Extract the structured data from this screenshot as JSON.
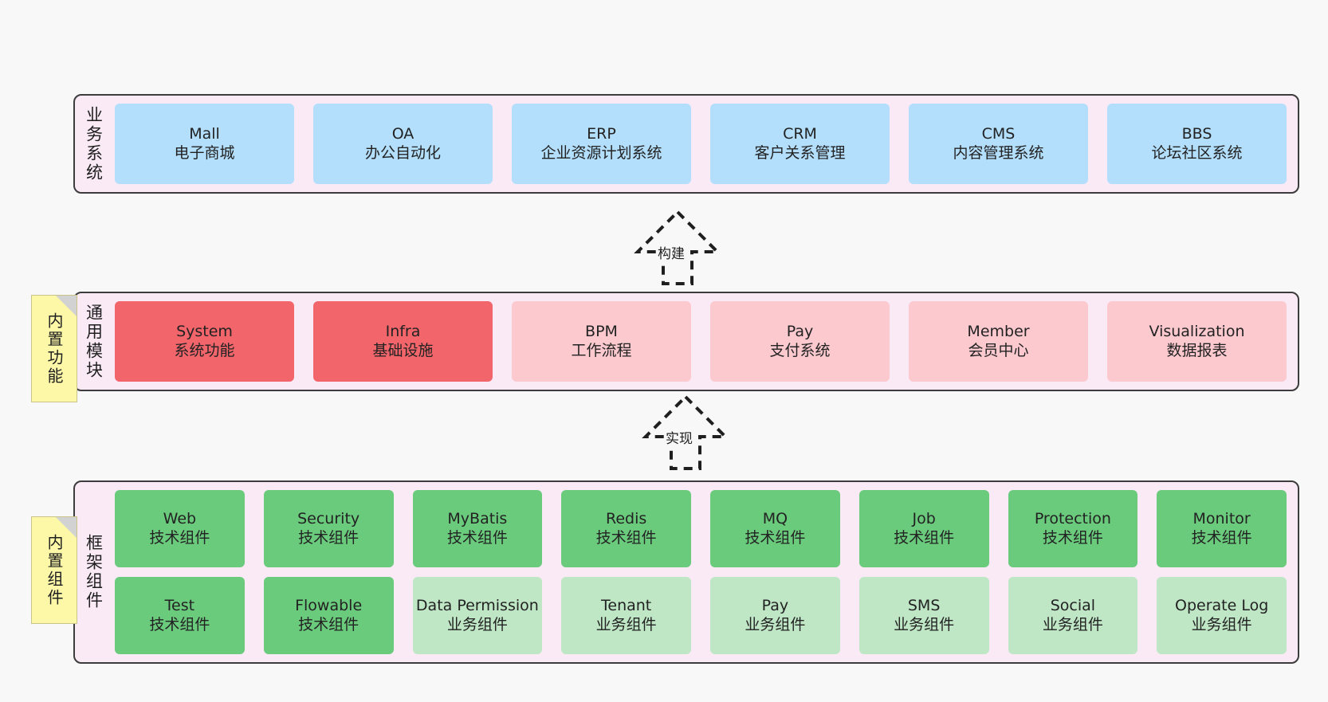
{
  "diagram": {
    "title": "",
    "background": "#f8f8f8",
    "colors": {
      "panel": "#faeaf5",
      "panel_border": "#3c3c3c",
      "business": "#b3dffc",
      "module_core": "#f1656b",
      "module_other": "#fcc9cf",
      "component_tech": "#6bcb7d",
      "component_biz": "#bfe7c6",
      "sticky": "#fcf8a8"
    }
  },
  "layers": {
    "business": {
      "title": "业务系统",
      "cards": [
        {
          "en": "Mall",
          "cn": "电子商城"
        },
        {
          "en": "OA",
          "cn": "办公自动化"
        },
        {
          "en": "ERP",
          "cn": "企业资源计划系统"
        },
        {
          "en": "CRM",
          "cn": "客户关系管理"
        },
        {
          "en": "CMS",
          "cn": "内容管理系统"
        },
        {
          "en": "BBS",
          "cn": "论坛社区系统"
        }
      ]
    },
    "modules": {
      "title": "通用模块",
      "sticky": "内置功能",
      "cards": [
        {
          "en": "System",
          "cn": "系统功能",
          "variant": "c-red"
        },
        {
          "en": "Infra",
          "cn": "基础设施",
          "variant": "c-red"
        },
        {
          "en": "BPM",
          "cn": "工作流程",
          "variant": "c-pink"
        },
        {
          "en": "Pay",
          "cn": "支付系统",
          "variant": "c-pink"
        },
        {
          "en": "Member",
          "cn": "会员中心",
          "variant": "c-pink"
        },
        {
          "en": "Visualization",
          "cn": "数据报表",
          "variant": "c-pink"
        }
      ]
    },
    "framework": {
      "title": "框架组件",
      "sticky": "内置组件",
      "row1": [
        {
          "en": "Web",
          "cn": "技术组件",
          "variant": "c-green"
        },
        {
          "en": "Security",
          "cn": "技术组件",
          "variant": "c-green"
        },
        {
          "en": "MyBatis",
          "cn": "技术组件",
          "variant": "c-green"
        },
        {
          "en": "Redis",
          "cn": "技术组件",
          "variant": "c-green"
        },
        {
          "en": "MQ",
          "cn": "技术组件",
          "variant": "c-green"
        },
        {
          "en": "Job",
          "cn": "技术组件",
          "variant": "c-green"
        },
        {
          "en": "Protection",
          "cn": "技术组件",
          "variant": "c-green"
        },
        {
          "en": "Monitor",
          "cn": "技术组件",
          "variant": "c-green"
        }
      ],
      "row2": [
        {
          "en": "Test",
          "cn": "技术组件",
          "variant": "c-green"
        },
        {
          "en": "Flowable",
          "cn": "技术组件",
          "variant": "c-green"
        },
        {
          "en": "Data Permission",
          "cn": "业务组件",
          "variant": "c-lightgreen"
        },
        {
          "en": "Tenant",
          "cn": "业务组件",
          "variant": "c-lightgreen"
        },
        {
          "en": "Pay",
          "cn": "业务组件",
          "variant": "c-lightgreen"
        },
        {
          "en": "SMS",
          "cn": "业务组件",
          "variant": "c-lightgreen"
        },
        {
          "en": "Social",
          "cn": "业务组件",
          "variant": "c-lightgreen"
        },
        {
          "en": "Operate Log",
          "cn": "业务组件",
          "variant": "c-lightgreen"
        }
      ]
    }
  },
  "arrows": {
    "build": {
      "label": "构建"
    },
    "implement": {
      "label": "实现"
    }
  }
}
